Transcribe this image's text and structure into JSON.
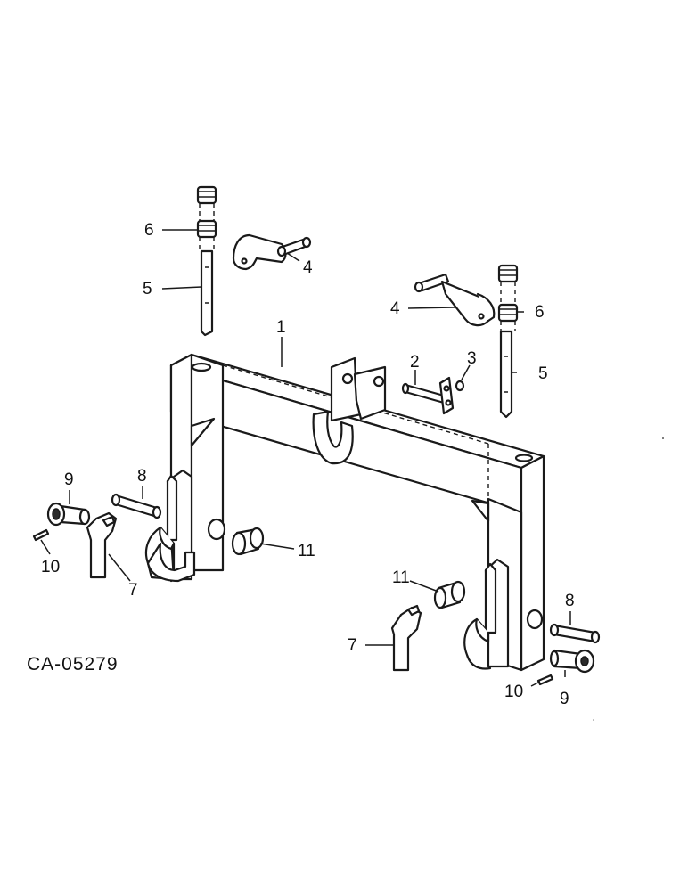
{
  "drawing_code": "CA-05279",
  "callouts": {
    "c1": "1",
    "c2": "2",
    "c3": "3",
    "c4_left": "4",
    "c4_right": "4",
    "c5_left": "5",
    "c5_right": "5",
    "c6_left": "6",
    "c6_right": "6",
    "c7_left": "7",
    "c7_right": "7",
    "c8_left": "8",
    "c8_right": "8",
    "c9_left": "9",
    "c9_right": "9",
    "c10_left": "10",
    "c10_right": "10",
    "c11_left": "11",
    "c11_right": "11"
  }
}
